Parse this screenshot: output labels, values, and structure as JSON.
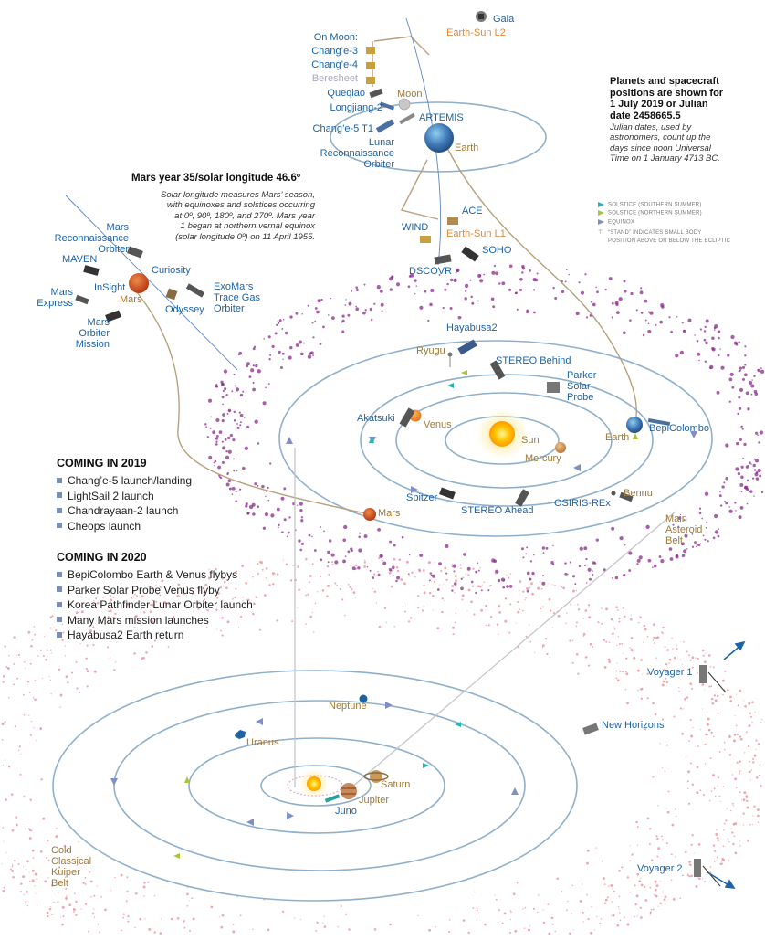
{
  "header": {
    "title": "Planets and spacecraft positions are shown for 1 July 2019 or Julian date 2458665.5",
    "title_lines": [
      "Planets and spacecraft",
      "positions are shown for",
      "1 July 2019 or Julian",
      "date 2458665.5"
    ],
    "note_lines": [
      "Julian dates, used by",
      "astronomers, count up the",
      "days since noon Universal",
      "Time on 1 January 4713 BC."
    ]
  },
  "legend": [
    {
      "label": "SOLSTICE (SOUTHERN SUMMER)",
      "color": "#26b8b0"
    },
    {
      "label": "SOLSTICE (NORTHERN SUMMER)",
      "color": "#a9c43a"
    },
    {
      "label": "EQUINOX",
      "color": "#7f8fc8"
    },
    {
      "label": "“STAND” INDICATES SMALL BODY POSITION ABOVE OR BELOW THE ECLIPTIC",
      "lines": [
        "“STAND” INDICATES SMALL BODY",
        "POSITION ABOVE OR BELOW THE ECLIPTIC"
      ]
    }
  ],
  "mars_panel": {
    "title": "Mars year 35/solar longitude 46.6º",
    "note_lines": [
      "Solar longitude measures Mars’ season,",
      "with equinoxes and solstices occurring",
      "at 0º, 90º, 180º, and 270º. Mars year",
      "1 began at northern vernal equinox",
      "(solar longitude 0º) on 11 April 1955."
    ],
    "spacecraft": {
      "mro": [
        "Mars",
        "Reconnaissance",
        "Orbiter"
      ],
      "maven": "MAVEN",
      "mars_express": [
        "Mars",
        "Express"
      ],
      "insight": "InSight",
      "curiosity": "Curiosity",
      "odyssey": "Odyssey",
      "exomars": [
        "ExoMars",
        "Trace Gas",
        "Orbiter"
      ],
      "mom": [
        "Mars",
        "Orbiter",
        "Mission"
      ]
    },
    "planet": "Mars"
  },
  "earth_moon": {
    "on_moon": "On Moon:",
    "change3": "Chang’e-3",
    "change4": "Chang’e-4",
    "beresheet": "Beresheet",
    "queqiao": "Queqiao",
    "longjiang2": "Longjiang-2",
    "change5t1": "Chang’e-5 T1",
    "lro": [
      "Lunar",
      "Reconnaissance",
      "Orbiter"
    ],
    "artemis": "ARTEMIS",
    "moon": "Moon",
    "earth": "Earth",
    "gaia": "Gaia",
    "l2": "Earth-Sun L2",
    "ace": "ACE",
    "wind": "WIND",
    "l1": "Earth-Sun L1",
    "soho": "SOHO",
    "dscovr": "DSCOVR"
  },
  "inner_system": {
    "sun": "Sun",
    "mercury": "Mercury",
    "venus": "Venus",
    "earth": "Earth",
    "mars": "Mars",
    "akatsuki": "Akatsuki",
    "hayabusa2": "Hayabusa2",
    "ryugu": "Ryugu",
    "stereo_behind": "STEREO Behind",
    "parker": [
      "Parker",
      "Solar",
      "Probe"
    ],
    "bepicolombo": "BepiColombo",
    "spitzer": "Spitzer",
    "stereo_ahead": "STEREO Ahead",
    "osiris_rex": "OSIRIS-REx",
    "bennu": "Bennu",
    "asteroid_belt": [
      "Main",
      "Asteroid",
      "Belt"
    ]
  },
  "outer_system": {
    "neptune": "Neptune",
    "uranus": "Uranus",
    "saturn": "Saturn",
    "jupiter": "Jupiter",
    "juno": "Juno",
    "new_horizons": "New Horizons",
    "voyager1": "Voyager 1",
    "voyager2": "Voyager 2",
    "kuiper_belt": [
      "Cold",
      "Classical",
      "Kuiper",
      "Belt"
    ]
  },
  "coming_2019": {
    "heading": "COMING IN 2019",
    "items": [
      "Chang’e-5 launch/landing",
      "LightSail 2 launch",
      "Chandrayaan-2 launch",
      "Cheops launch"
    ]
  },
  "coming_2020": {
    "heading": "COMING IN 2020",
    "items": [
      "BepiColombo Earth & Venus flybys",
      "Parker Solar Probe Venus flyby",
      "Korea Pathfinder Lunar Orbiter launch",
      "Many Mars mission launches",
      "Hayabusa2 Earth return"
    ]
  },
  "colors": {
    "orbit": "#8fb0cc",
    "connector": "#b7a07a",
    "spacecraft_text": "#1d63a6",
    "body_text": "#9c7b3a",
    "asteroid_dots": "#8a2a8a",
    "kuiper_dots": "#e88a96",
    "sun": "#ffc400",
    "mars": "#d2521c",
    "earth": "#3f79b7"
  }
}
